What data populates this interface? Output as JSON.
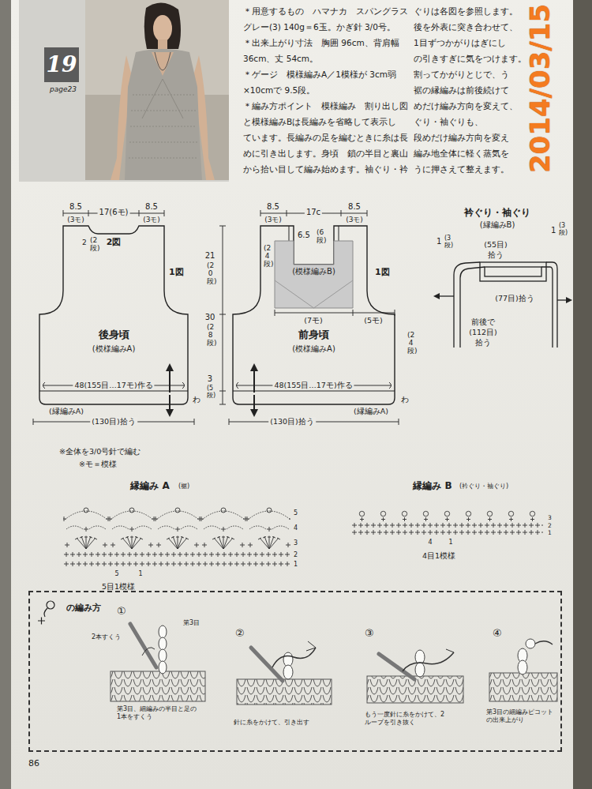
{
  "diagram": {
    "nodes": [
      {
        "text": [
          "19",
          "page23"
        ]
      },
      {
        "text": [
          "後身頃",
          "(模様編みA)"
        ]
      },
      {
        "text": [
          "前身頃",
          "(模様編みA)"
        ]
      },
      {
        "text": [
          "(模様編みB)"
        ],
        "in": 2
      },
      {
        "text": [
          "の編み方"
        ]
      }
    ],
    "labels": [
      "＊用意するもの　ハマナカ　スパングラス",
      "グレー(3) 140g＝6玉。かぎ針 3/0号。",
      "＊出来上がり寸法　胸囲 96cm、背肩幅",
      "36cm、丈 54cm。",
      "＊ゲージ　模様編みA／1模様が 3cm弱",
      "×10cmで 9.5段。",
      "＊編み方ポイント　模様編み　割り出し図",
      "と模様編みBは長編みを省略して表示し",
      "ています。長編みの足を編むときに糸は長",
      "めに引き出します。身頃　鎖の半目と裏山",
      "から拾い目して編み始めます。袖ぐり・衿",
      "ぐりは各図を参照します。",
      "後を外表に突き合わせて、",
      "1目ずつかがりはぎにし",
      "の引きすぎに気をつけます。",
      "割ってかがりとじで、う",
      "裾の縁編みは前後続けて",
      "めだけ編み方向を変えて、",
      "ぐり・袖ぐりも、",
      "段めだけ編み方向を変え",
      "編み地全体に軽く蒸気を",
      "うに押さえて整えます。",
      "2014/03/15",
      "8.5",
      "(3モ)",
      "17(6モ)",
      "8.5",
      "(3モ)",
      "2",
      "(2段)",
      "2図",
      "1図",
      "48(155目…17モ)作る",
      "(縁編みA)",
      "(130目)拾う",
      "わ",
      "21",
      "(20段)",
      "30",
      "(28段)",
      "3",
      "(5段)",
      "8.5",
      "(3モ)",
      "17c",
      "8.5",
      "(3モ)",
      "6.5",
      "(6段)",
      "(24段)",
      "(7モ)",
      "(5モ)",
      "1図",
      "(24段)",
      "48(155目…17モ)作る",
      "(縁編みA)",
      "(130目)拾う",
      "わ",
      "※全体を3/0号針で編む",
      "※モ＝模様",
      "衿ぐり・袖ぐり",
      "(縁編みB)",
      "1",
      "(3段)",
      "(55目)",
      "拾う",
      "1",
      "(3段)",
      "(77目)拾う",
      "前後で",
      "(112目)",
      "拾う",
      "縁編み A",
      "(裾)",
      "5",
      "4",
      "3",
      "2",
      "1",
      "5",
      "1",
      "5目1模様",
      "縁編み B",
      "(衿ぐり・袖ぐり)",
      "3",
      "2",
      "1",
      "4",
      "1",
      "4目1模様",
      "①",
      "②",
      "③",
      "④",
      "2本すくう",
      "第3目",
      "第3目、細編みの半目と足の1本をすくう",
      "針に糸をかけて、引き出す",
      "もう一度針に糸をかけて、2ループを引き抜く",
      "第3目の細編みピコットの出来上がり",
      "86"
    ]
  }
}
